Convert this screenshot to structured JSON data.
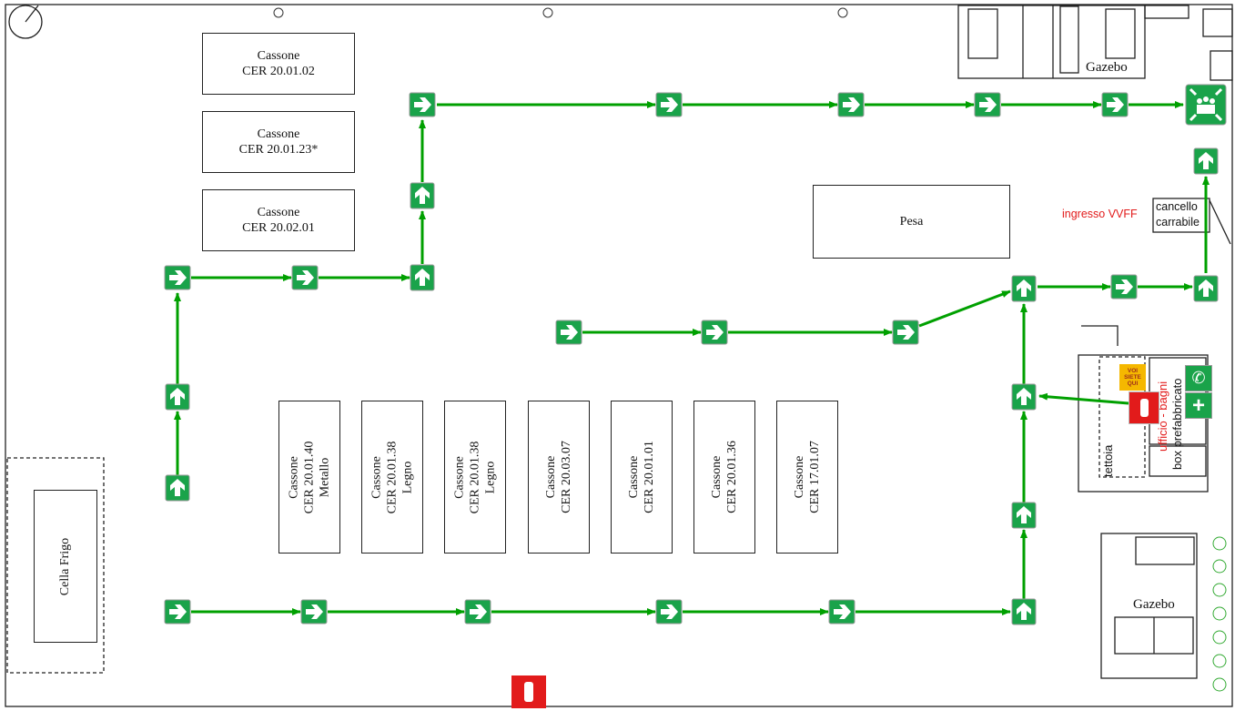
{
  "colors": {
    "route": "#00a000",
    "sign": "#1aa34a",
    "fire": "#e21b1b",
    "label_red": "#e21b1b",
    "youarehere": "#f5b800"
  },
  "containers_top": [
    {
      "title": "Cassone",
      "code": "CER 20.01.02"
    },
    {
      "title": "Cassone",
      "code": "CER 20.01.23*"
    },
    {
      "title": "Cassone",
      "code": "CER 20.02.01"
    }
  ],
  "containers_vertical": [
    {
      "title": "Cassone",
      "code": "CER 20.01.40",
      "material": "Metallo"
    },
    {
      "title": "Cassone",
      "code": "CER 20.01.38",
      "material": "Legno"
    },
    {
      "title": "Cassone",
      "code": "CER 20.01.38",
      "material": "Legno"
    },
    {
      "title": "Cassone",
      "code": "CER 20.03.07",
      "material": ""
    },
    {
      "title": "Cassone",
      "code": "CER 20.01.01",
      "material": ""
    },
    {
      "title": "Cassone",
      "code": "CER 20.01.36",
      "material": ""
    },
    {
      "title": "Cassone",
      "code": "CER 17.01.07",
      "material": ""
    }
  ],
  "areas": {
    "pesa": "Pesa",
    "cella_frigo": "Cella Frigo",
    "gazebo_top": "Gazebo",
    "gazebo_bottom": "Gazebo",
    "cancello_line1": "cancello",
    "cancello_line2": "carrabile",
    "ingresso_vvff": "ingresso VVFF",
    "tettoia": "tettoia",
    "box_prefabbricato": "box prefabbricato",
    "ufficio_bagni": "ufficio - bagni",
    "you_are_here": "VOI SIETE QUI"
  },
  "icons": {
    "exit": "exit-arrow-sign-icon",
    "assembly": "assembly-point-icon",
    "extinguisher": "fire-extinguisher-icon",
    "phone": "emergency-phone-icon",
    "first_aid": "first-aid-icon",
    "you_are_here": "you-are-here-icon"
  }
}
